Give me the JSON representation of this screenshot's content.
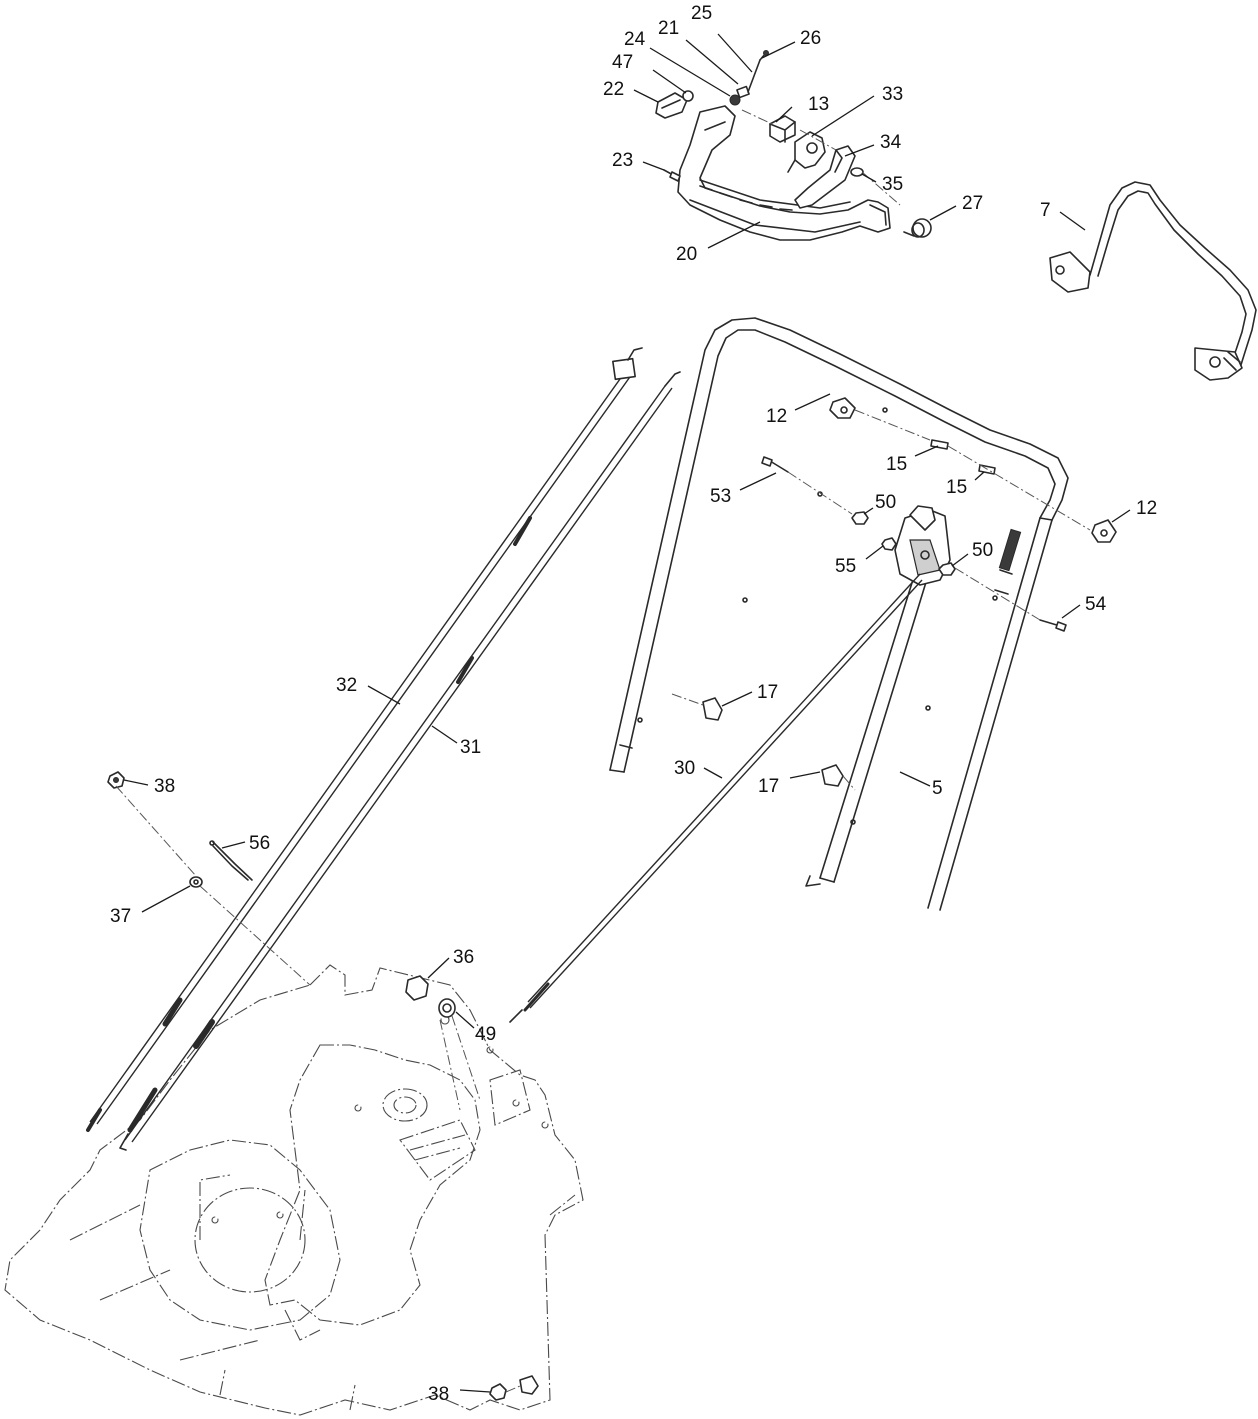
{
  "callouts": [
    {
      "id": "c25",
      "label": "25"
    },
    {
      "id": "c21",
      "label": "21"
    },
    {
      "id": "c26",
      "label": "26"
    },
    {
      "id": "c24",
      "label": "24"
    },
    {
      "id": "c47",
      "label": "47"
    },
    {
      "id": "c22",
      "label": "22"
    },
    {
      "id": "c13",
      "label": "13"
    },
    {
      "id": "c33",
      "label": "33"
    },
    {
      "id": "c34",
      "label": "34"
    },
    {
      "id": "c23",
      "label": "23"
    },
    {
      "id": "c35",
      "label": "35"
    },
    {
      "id": "c27",
      "label": "27"
    },
    {
      "id": "c7",
      "label": "7"
    },
    {
      "id": "c20",
      "label": "20"
    },
    {
      "id": "c12a",
      "label": "12"
    },
    {
      "id": "c15a",
      "label": "15"
    },
    {
      "id": "c15b",
      "label": "15"
    },
    {
      "id": "c53",
      "label": "53"
    },
    {
      "id": "c50a",
      "label": "50"
    },
    {
      "id": "c12b",
      "label": "12"
    },
    {
      "id": "c55",
      "label": "55"
    },
    {
      "id": "c50b",
      "label": "50"
    },
    {
      "id": "c54",
      "label": "54"
    },
    {
      "id": "c32",
      "label": "32"
    },
    {
      "id": "c17a",
      "label": "17"
    },
    {
      "id": "c31",
      "label": "31"
    },
    {
      "id": "c30",
      "label": "30"
    },
    {
      "id": "c17b",
      "label": "17"
    },
    {
      "id": "c5",
      "label": "5"
    },
    {
      "id": "c38a",
      "label": "38"
    },
    {
      "id": "c56",
      "label": "56"
    },
    {
      "id": "c37",
      "label": "37"
    },
    {
      "id": "c36",
      "label": "36"
    },
    {
      "id": "c49",
      "label": "49"
    },
    {
      "id": "c38b",
      "label": "38"
    }
  ]
}
